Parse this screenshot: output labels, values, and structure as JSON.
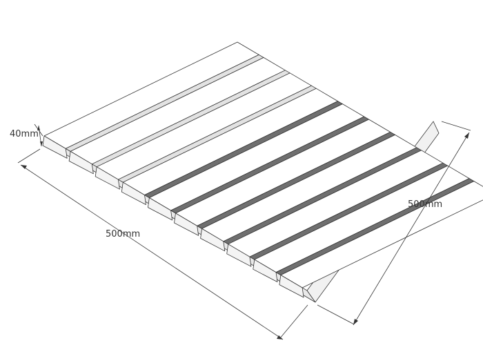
{
  "dimensions": {
    "height_label": "40mm",
    "length_label": "500mm",
    "width_label": "500mm"
  },
  "panel": {
    "ridge_count": 10,
    "colors": {
      "face": "#ffffff",
      "bevel": "#f4f4f4",
      "groove_light": "#e2e2e2",
      "groove_dark": "#6f6f6f",
      "side": "#e9e9e9",
      "edge": "#333333"
    }
  }
}
